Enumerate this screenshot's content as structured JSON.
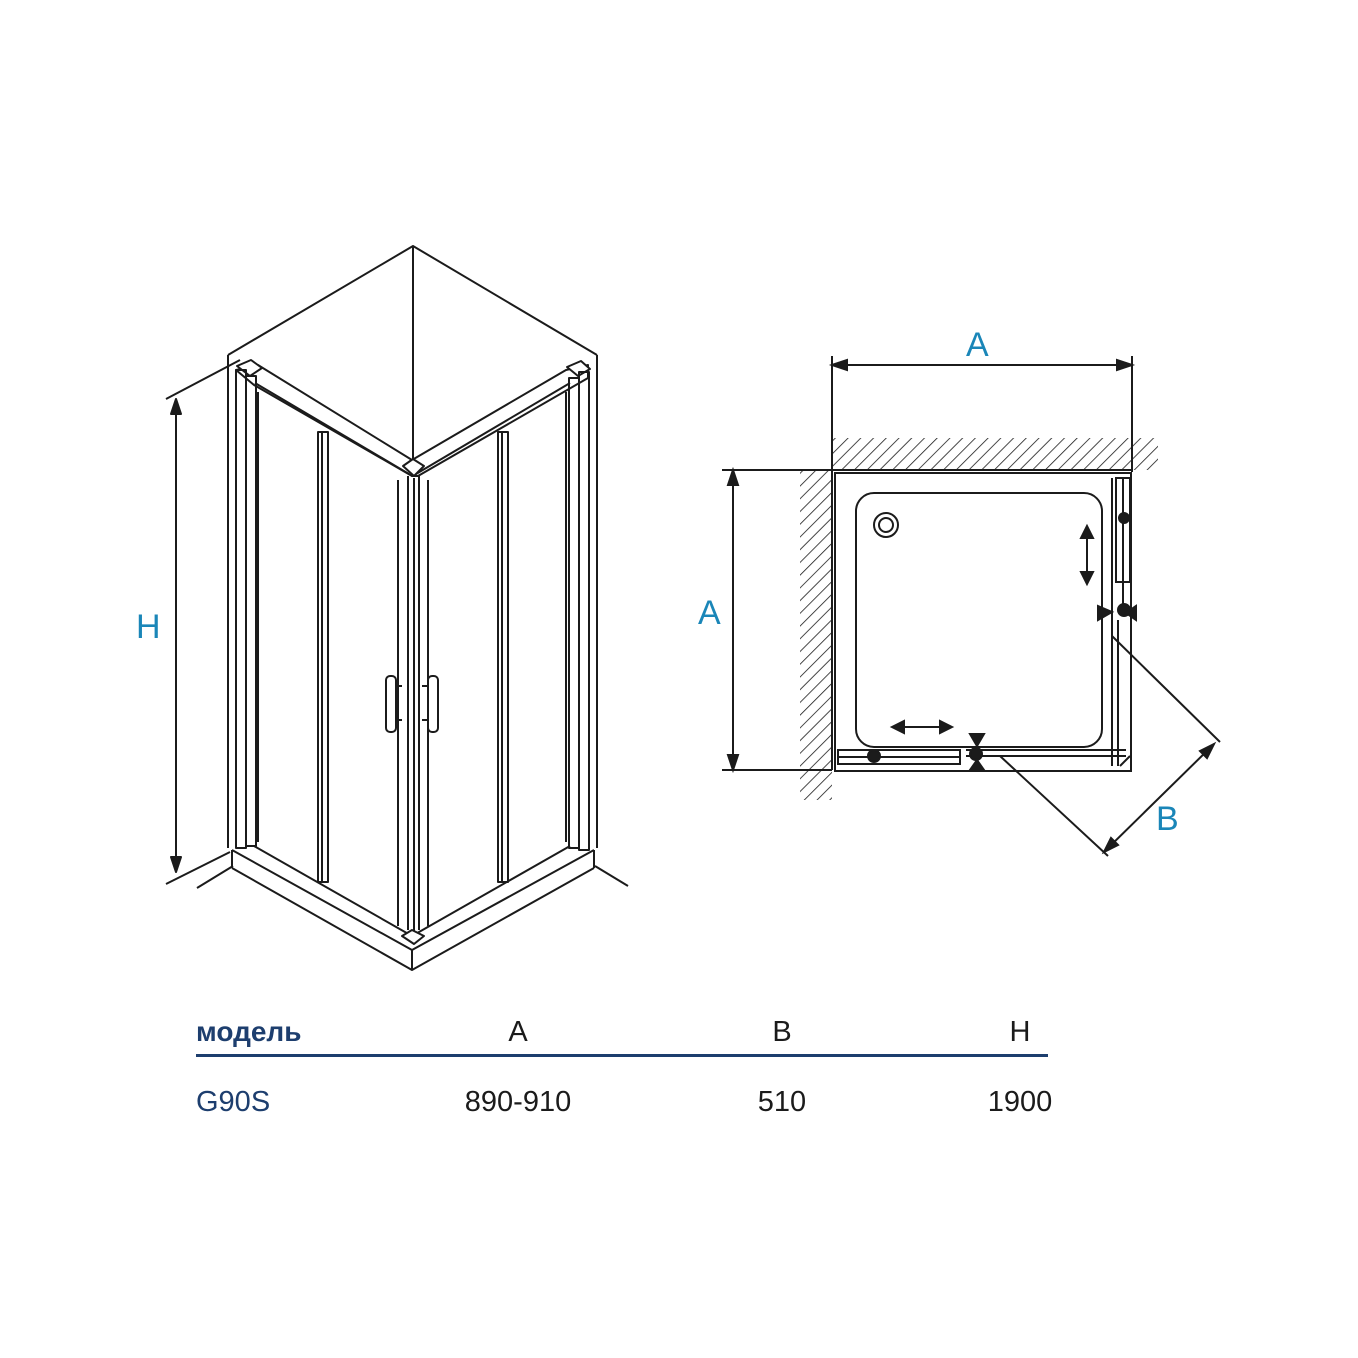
{
  "diagram": {
    "labels": {
      "height": "H",
      "width_top": "A",
      "width_side": "A",
      "door_opening": "B"
    }
  },
  "table": {
    "headers": [
      "модель",
      "A",
      "B",
      "H"
    ],
    "rows": [
      [
        "G90S",
        "890-910",
        "510",
        "1900"
      ]
    ]
  },
  "colors": {
    "line": "#1b1b1b",
    "dimension_label": "#1a86b8",
    "table_accent": "#1d3e6e"
  }
}
